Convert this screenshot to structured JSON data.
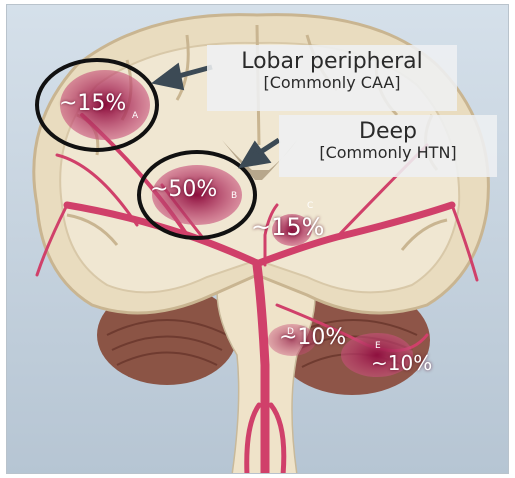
{
  "callouts": {
    "lobar": {
      "title": "Lobar peripheral",
      "subtitle": "[Commonly CAA]"
    },
    "deep": {
      "title": "Deep",
      "subtitle": "[Commonly HTN]"
    }
  },
  "regions": {
    "lobar": {
      "value": "~15%",
      "tag": "A"
    },
    "deep": {
      "value": "~50%",
      "tag": "B"
    },
    "thalamic": {
      "value": "~15%",
      "tag": "C"
    },
    "brainstem": {
      "value": "~10%",
      "tag": "D"
    },
    "cerebellar": {
      "value": "~10%",
      "tag": "E"
    }
  },
  "colors": {
    "background": "#c3d0dc",
    "brain": "#ece1c7",
    "white_matter": "#efe6cf",
    "vessel": "#d0406a",
    "hemorrhage": "#a0184a",
    "arrow": "#3c4a55",
    "cerebellum": "#8a5040"
  }
}
